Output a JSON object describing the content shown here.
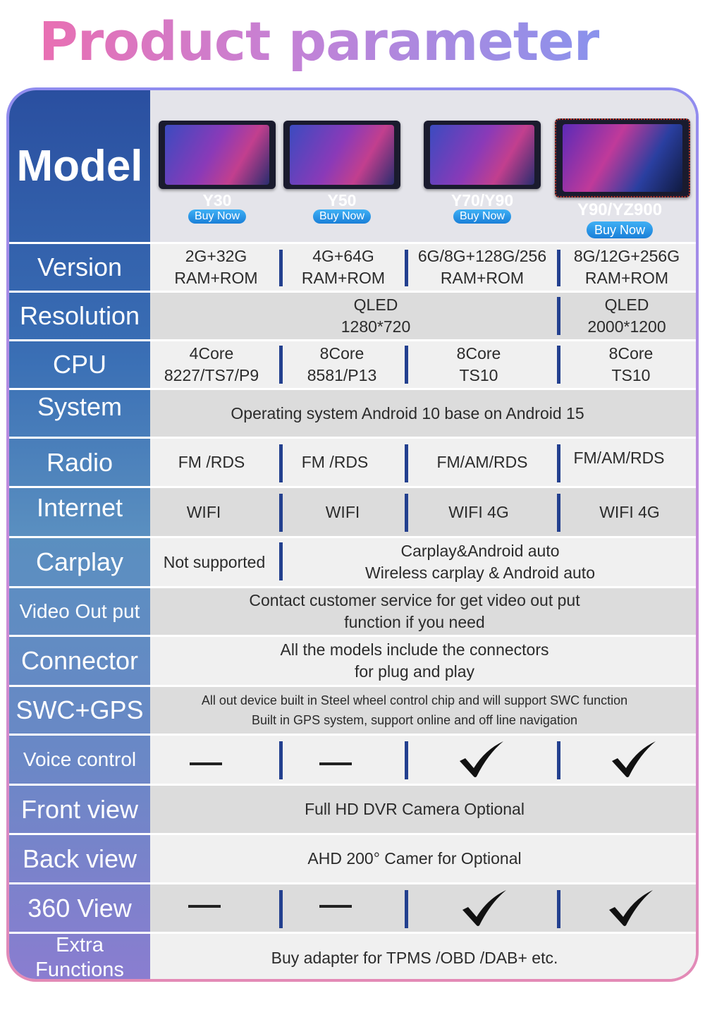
{
  "title": "Product parameter",
  "model_label": "Model",
  "products": [
    {
      "name": "Y30",
      "buy": "Buy Now"
    },
    {
      "name": "Y50",
      "buy": "Buy Now"
    },
    {
      "name": "Y70/Y90",
      "buy": "Buy Now"
    },
    {
      "name": "Y90/YZ900",
      "buy": "Buy Now"
    }
  ],
  "rows": {
    "version": {
      "label": "Version",
      "v1a": "2G+32G",
      "v1b": "RAM+ROM",
      "v2a": "4G+64G",
      "v2b": "RAM+ROM",
      "v3a": "6G/8G+128G/256",
      "v3b": "RAM+ROM",
      "v4a": "8G/12G+256G",
      "v4b": "RAM+ROM"
    },
    "resolution": {
      "label": "Resolution",
      "v1a": "QLED",
      "v1b": "1280*720",
      "v2a": "QLED",
      "v2b": "2000*1200"
    },
    "cpu": {
      "label": "CPU",
      "v1a": "4Core",
      "v1b": "8227/TS7/P9",
      "v2a": "8Core",
      "v2b": "8581/P13",
      "v3a": "8Core",
      "v3b": "TS10",
      "v4a": "8Core",
      "v4b": "TS10"
    },
    "system": {
      "label": "System",
      "value": "Operating system Android 10 base on Android 15"
    },
    "radio": {
      "label": "Radio",
      "v1": "FM /RDS",
      "v2": "FM /RDS",
      "v3": "FM/AM/RDS",
      "v4": "FM/AM/RDS"
    },
    "internet": {
      "label": "Internet",
      "v1": "WIFI",
      "v2": "WIFI",
      "v3": "WIFI 4G",
      "v4": "WIFI 4G"
    },
    "carplay": {
      "label": "Carplay",
      "v1": "Not supported",
      "v2a": "Carplay&Android auto",
      "v2b": "Wireless carplay & Android auto"
    },
    "video": {
      "label": "Video Out put",
      "va": "Contact customer service for get video out put",
      "vb": "function if you need"
    },
    "connector": {
      "label": "Connector",
      "va": "All the models include the connectors",
      "vb": "for plug and play"
    },
    "swc": {
      "label": "SWC+GPS",
      "va": "All out device built in Steel wheel control chip and will support SWC function",
      "vb": "Built in GPS system, support online and off line navigation"
    },
    "voice": {
      "label": "Voice control"
    },
    "front": {
      "label": "Front view",
      "value": "Full HD DVR Camera Optional"
    },
    "back": {
      "label": "Back view",
      "value": "AHD 200° Camer for Optional"
    },
    "view360": {
      "label": "360 View"
    },
    "extra": {
      "label_a": "Extra",
      "label_b": "Functions",
      "value": "Buy adapter for TPMS /OBD /DAB+ etc."
    }
  }
}
